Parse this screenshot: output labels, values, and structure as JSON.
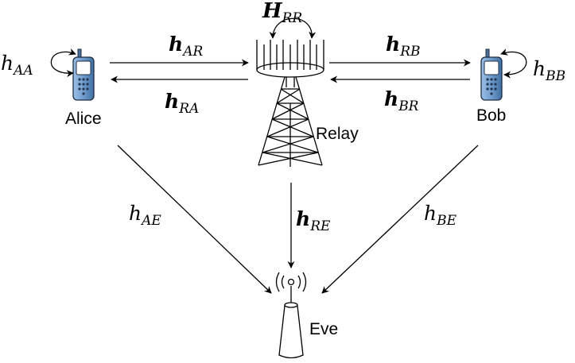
{
  "nodes": {
    "alice": "Alice",
    "bob": "Bob",
    "relay": "Relay",
    "eve": "Eve"
  },
  "channels": {
    "h_aa": {
      "base": "h",
      "sub": "AA",
      "bold": false
    },
    "h_bb": {
      "base": "h",
      "sub": "BB",
      "bold": false
    },
    "H_rr": {
      "base": "H",
      "sub": "RR",
      "bold": true
    },
    "h_ar": {
      "base": "h",
      "sub": "AR",
      "bold": true
    },
    "h_ra": {
      "base": "h",
      "sub": "RA",
      "bold": true
    },
    "h_rb": {
      "base": "h",
      "sub": "RB",
      "bold": true
    },
    "h_br": {
      "base": "h",
      "sub": "BR",
      "bold": true
    },
    "h_re": {
      "base": "h",
      "sub": "RE",
      "bold": true
    },
    "h_ae": {
      "base": "h",
      "sub": "AE",
      "bold": false
    },
    "h_be": {
      "base": "h",
      "sub": "BE",
      "bold": false
    }
  },
  "colors": {
    "line": "#000000",
    "phone_body": "#6f9ccd",
    "phone_screen": "#ffffff",
    "antenna_fill": "#ffffff"
  },
  "icons": {
    "alice": "cell-phone-icon",
    "bob": "cell-phone-icon",
    "relay": "relay-tower-icon",
    "eve": "eavesdropper-antenna-icon"
  }
}
